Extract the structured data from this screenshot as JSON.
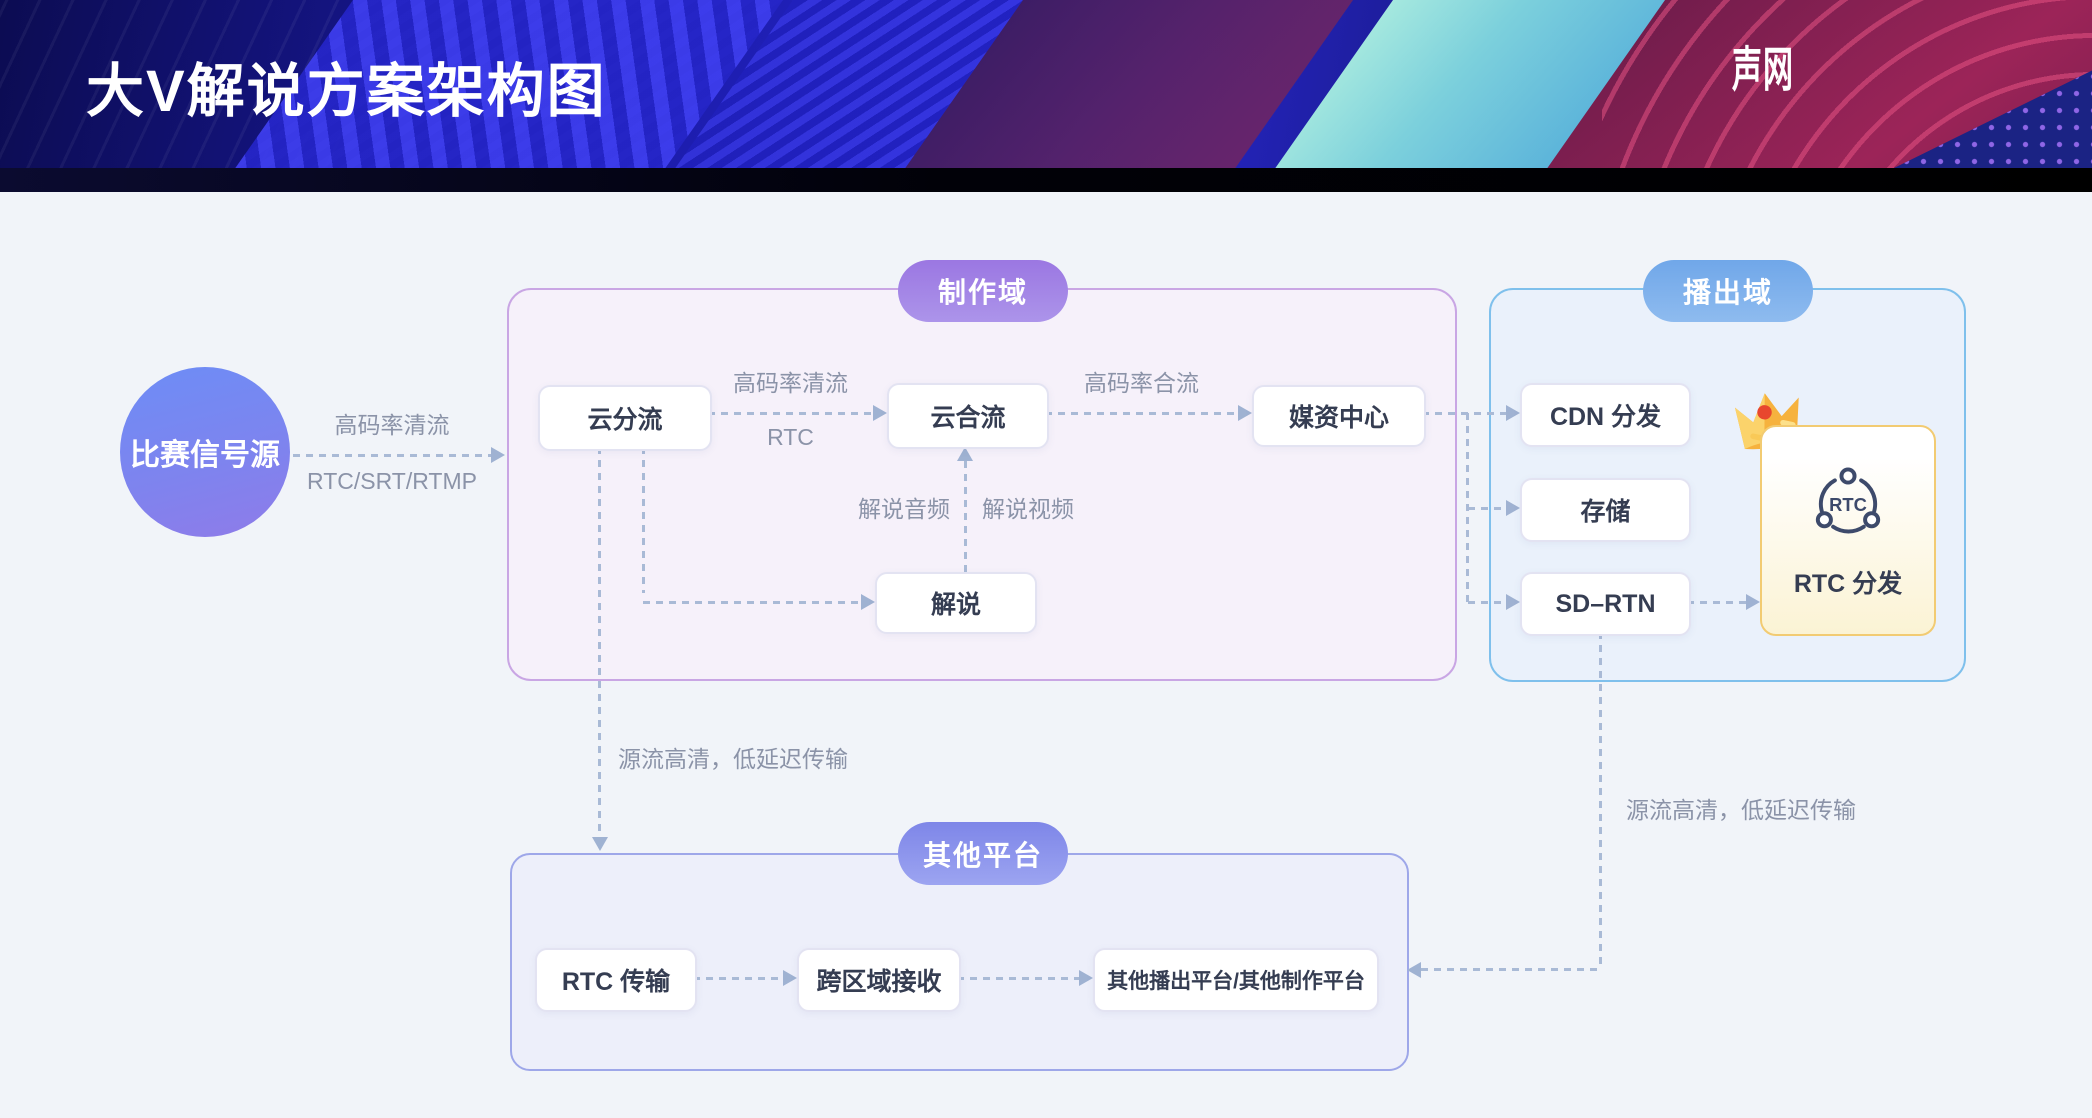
{
  "header": {
    "title": "大V解说方案架构图",
    "logo": "声网"
  },
  "source": {
    "label": "比赛信号源"
  },
  "production": {
    "badge": "制作域",
    "nodes": {
      "split": "云分流",
      "merge": "云合流",
      "media": "媒资中心",
      "commentary": "解说"
    }
  },
  "broadcast": {
    "badge": "播出域",
    "nodes": {
      "cdn": "CDN 分发",
      "storage": "存储",
      "sdrtn": "SD–RTN",
      "rtc_dist": "RTC 分发"
    },
    "rtc_icon_text": "RTC",
    "icons": [
      "crown-icon",
      "rtc-network-icon"
    ]
  },
  "others": {
    "badge": "其他平台",
    "nodes": {
      "rtc_transfer": "RTC 传输",
      "cross_region": "跨区域接收",
      "other_platforms": "其他播出平台/其他制作平台"
    }
  },
  "edges": {
    "source_to_production_top": "高码率清流",
    "source_to_production_bottom": "RTC/SRT/RTMP",
    "split_to_merge_top": "高码率清流",
    "split_to_merge_bottom": "RTC",
    "merge_to_media": "高码率合流",
    "commentary_audio": "解说音频",
    "commentary_video": "解说视频",
    "split_to_others": "源流高清，低延迟传输",
    "sdrtn_to_others": "源流高清，低延迟传输"
  },
  "colors": {
    "production_accent": "#A98FE9",
    "broadcast_accent": "#74A9E9",
    "others_accent": "#7F87E8",
    "rtc_card_border": "#F2CB72",
    "node_text": "#353D52",
    "edge_label": "#8B93A8",
    "dash_line": "#A9BAD6",
    "page_background": "#F1F4F9"
  }
}
